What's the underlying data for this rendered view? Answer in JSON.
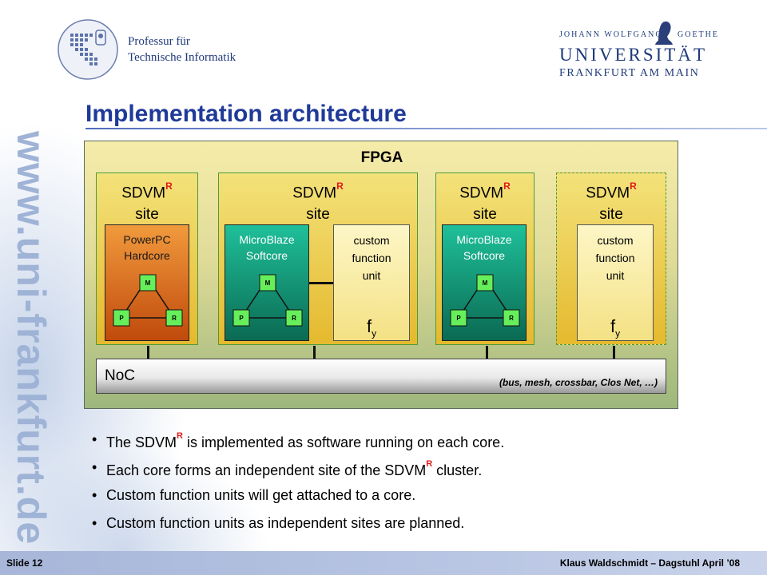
{
  "watermark": "www.uni-frankfurt.de",
  "header": {
    "professorship_line1": "Professur für",
    "professorship_line2": "Technische Informatik",
    "uni_first_names": "JOHANN WOLFGANG",
    "uni_surname": "GOETHE",
    "uni_name": "UNIVERSITÄT",
    "uni_city": "FRANKFURT AM MAIN"
  },
  "title": "Implementation architecture",
  "diagram": {
    "fpga_label": "FPGA",
    "sites": [
      {
        "name": "SDVM",
        "sup": "R",
        "suffix": "site",
        "unit_type": "core",
        "unit_line1": "PowerPC",
        "unit_line2": "Hardcore",
        "core_color": "#d96a1f"
      },
      {
        "name": "SDVM",
        "sup": "R",
        "suffix": "site",
        "unit_type": "core+cfu",
        "unit_line1": "MicroBlaze",
        "unit_line2": "Softcore",
        "cfu_line1": "custom",
        "cfu_line2": "function",
        "cfu_line3": "unit",
        "cfu_symbol": "f",
        "cfu_symbol_sub": "y",
        "core_color": "#12957a"
      },
      {
        "name": "SDVM",
        "sup": "R",
        "suffix": "site",
        "unit_type": "core",
        "unit_line1": "MicroBlaze",
        "unit_line2": "Softcore",
        "core_color": "#12957a"
      },
      {
        "name": "SDVM",
        "sup": "R",
        "suffix": "site",
        "unit_type": "cfu",
        "border": "dashed",
        "cfu_line1": "custom",
        "cfu_line2": "function",
        "cfu_line3": "unit",
        "cfu_symbol": "f",
        "cfu_symbol_sub": "y"
      }
    ],
    "core_boxes": {
      "m": "M",
      "p": "P",
      "r": "R"
    },
    "noc_label": "NoC",
    "noc_note": "(bus, mesh, crossbar, Clos Net, …)"
  },
  "bullets": [
    {
      "pre": "The SDVM",
      "sup": "R",
      "post": " is implemented as software running on each core."
    },
    {
      "pre": "Each core forms an independent site of the SDVM",
      "sup": "R",
      "post": " cluster."
    },
    {
      "pre": "Custom function units will get attached to a core.",
      "sup": "",
      "post": ""
    },
    {
      "pre": "Custom function units as independent sites are planned.",
      "sup": "",
      "post": ""
    }
  ],
  "footer": {
    "slide": "Slide 12",
    "author": "Klaus Waldschmidt – Dagstuhl  April ’08"
  },
  "colors": {
    "title": "#1f3a99",
    "superscript": "#e11b1b",
    "uni_blue": "#1f3a7a"
  }
}
